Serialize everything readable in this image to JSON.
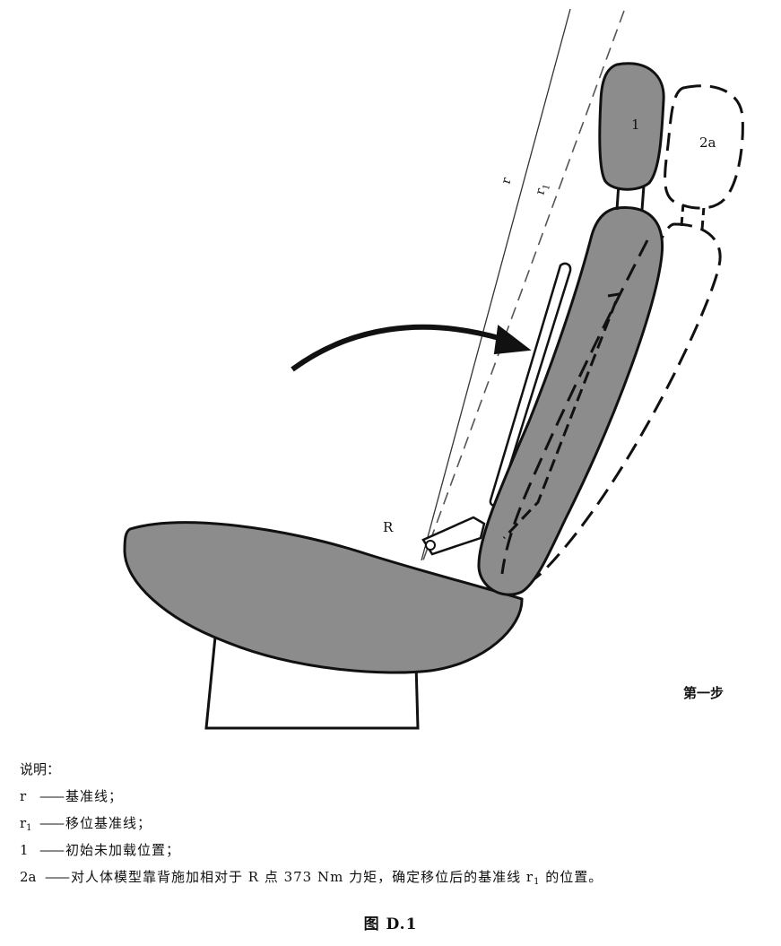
{
  "figure": {
    "labels": {
      "line_r": "r",
      "line_r1": "r",
      "line_r1_sub": "1",
      "head_initial": "1",
      "head_shifted": "2a",
      "pivot": "R"
    },
    "colors": {
      "fill_gray": "#8c8c8c",
      "stroke": "#111111",
      "background": "#ffffff"
    },
    "step_label": "第一步"
  },
  "legend": {
    "title": "说明：",
    "items": [
      {
        "key": "r",
        "key_sub": "",
        "separator": "——",
        "text": "基准线；"
      },
      {
        "key": "r",
        "key_sub": "1",
        "separator": "——",
        "text": "移位基准线；"
      },
      {
        "key": "1",
        "key_sub": "",
        "separator": "——",
        "text": "初始未加载位置；"
      },
      {
        "key": "2a",
        "key_sub": "",
        "separator": "——",
        "text": "对人体模型靠背施加相对于 R 点 373 Nm 力矩，确定移位后的基准线 r",
        "text_sub": "1",
        "text_tail": " 的位置。"
      }
    ]
  },
  "caption": "图 D.1"
}
